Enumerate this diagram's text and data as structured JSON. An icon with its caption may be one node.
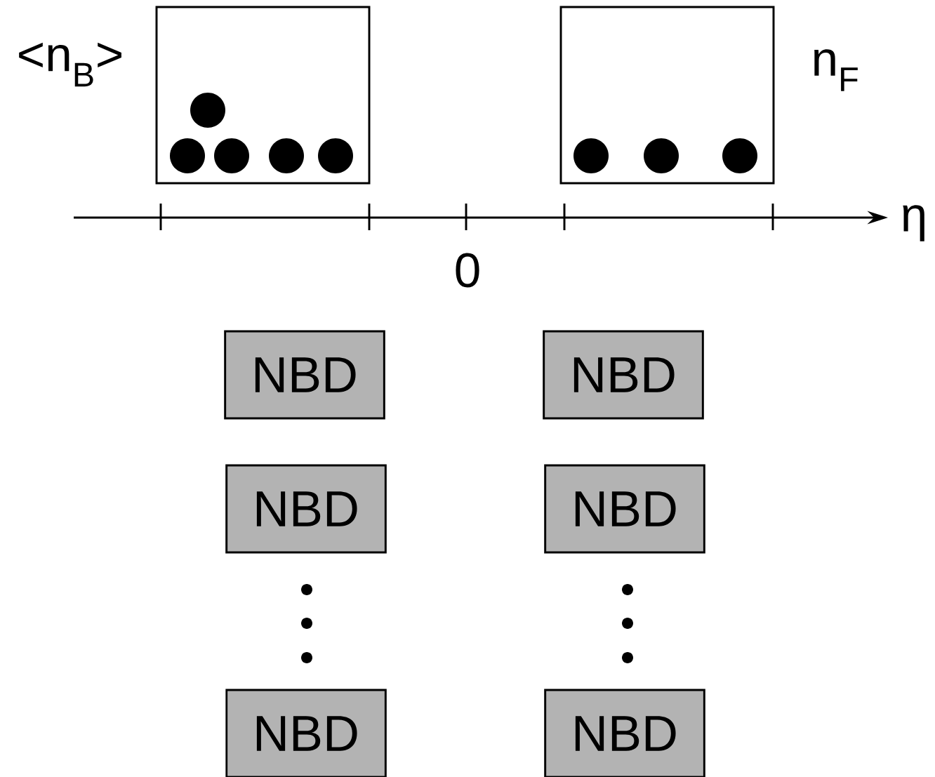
{
  "diagram": {
    "nodes": [
      {
        "text": [
          "NBD"
        ]
      },
      {
        "text": [
          "NBD"
        ]
      },
      {
        "text": [
          "NBD"
        ]
      },
      {
        "text": [
          "NBD"
        ]
      },
      {
        "text": [
          "NBD"
        ]
      },
      {
        "text": [
          "NBD"
        ]
      }
    ],
    "labels": [
      "<n$_{B}$>",
      "n$_{F}$",
      "η",
      "0"
    ]
  }
}
